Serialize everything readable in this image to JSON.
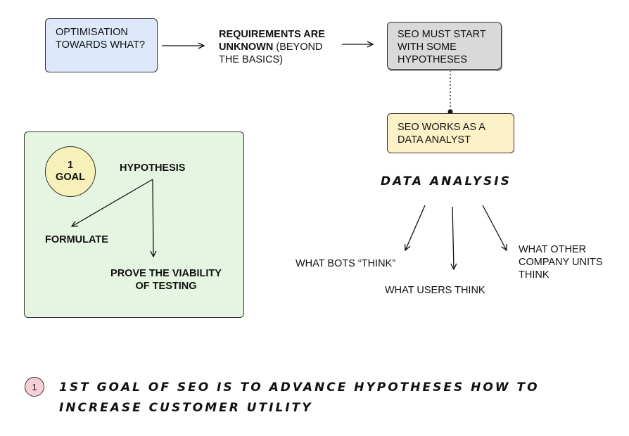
{
  "boxes": {
    "optimisation": "OPTIMISATION TOWARDS WHAT?",
    "hypotheses_needed": "SEO MUST START WITH SOME HYPOTHESES",
    "data_analyst": "SEO WORKS AS A DATA ANALYST"
  },
  "requirements": {
    "bold": "REQUIREMENTS ARE UNKNOWN",
    "rest": "(BEYOND THE BASICS)"
  },
  "panel": {
    "goal_number": "1",
    "goal_word": "GOAL",
    "hypothesis": "HYPOTHESIS",
    "formulate": "FORMULATE",
    "prove": "PROVE THE VIABILITY OF TESTING"
  },
  "analysis": {
    "title": "DATA ANALYSIS",
    "bots": "WHAT BOTS “THINK”",
    "users": "WHAT USERS THINK",
    "units": "WHAT OTHER COMPANY UNITS THINK"
  },
  "footnote": {
    "number": "1",
    "text": "1ST GOAL OF SEO IS TO ADVANCE HYPOTHESES HOW TO INCREASE CUSTOMER UTILITY"
  },
  "colors": {
    "blue_box": "#dde9fb",
    "gray_box": "#d9d9d9",
    "yellow_box": "#fdf2c7",
    "green_panel": "#e6f5e1",
    "goal_circle": "#f5f1b8",
    "footnote_badge": "#f8cfd6"
  }
}
